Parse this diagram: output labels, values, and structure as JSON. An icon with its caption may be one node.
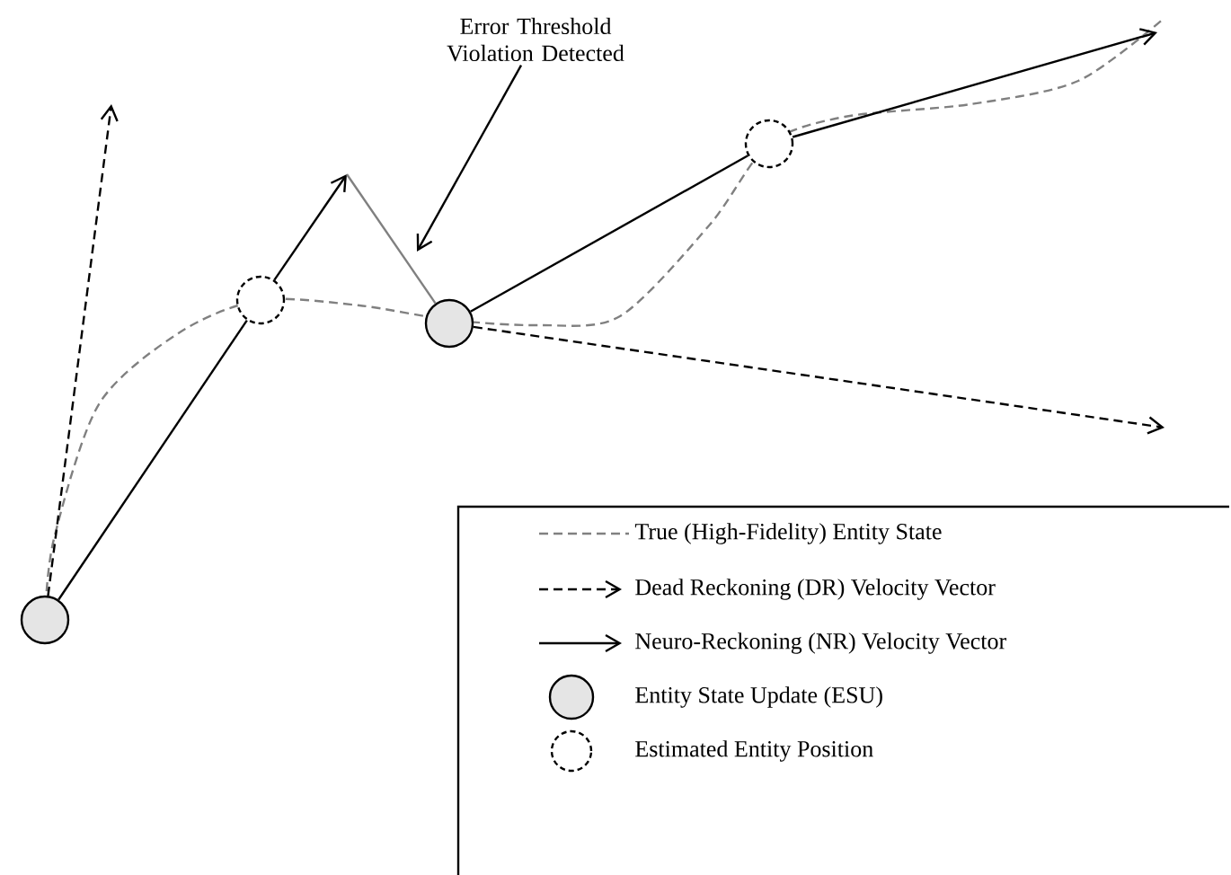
{
  "diagram": {
    "nodes": [
      {
        "text": [],
        "shape": "circle"
      },
      {
        "text": [],
        "shape": "circle"
      },
      {
        "text": [],
        "shape": "circle"
      },
      {
        "text": [],
        "shape": "circle"
      },
      {
        "text": [
          "Error Threshold Violation Detected"
        ]
      }
    ],
    "edges": [
      {
        "from": 0,
        "to": null,
        "arrow": "to",
        "style": "dashed"
      },
      {
        "from": 0,
        "to": 1,
        "arrow": "none"
      },
      {
        "from": 1,
        "to": null,
        "arrow": "to"
      },
      {
        "from": 2,
        "to": 3,
        "arrow": "none"
      },
      {
        "from": 3,
        "to": null,
        "arrow": "to"
      },
      {
        "from": 2,
        "to": null,
        "arrow": "to",
        "style": "dashed"
      },
      {
        "from": 4,
        "to": null,
        "arrow": "to"
      },
      {
        "from": null,
        "to": 2,
        "arrow": "none",
        "color": "#808080"
      }
    ],
    "legend": [
      {
        "text": "True (High-Fidelity) Entity State"
      },
      {
        "text": "Dead Reckoning (DR) Velocity Vector"
      },
      {
        "text": "Neuro-Reckoning (NR) Velocity Vector"
      },
      {
        "text": "Entity State Update (ESU)"
      },
      {
        "text": "Estimated Entity Position"
      }
    ]
  }
}
